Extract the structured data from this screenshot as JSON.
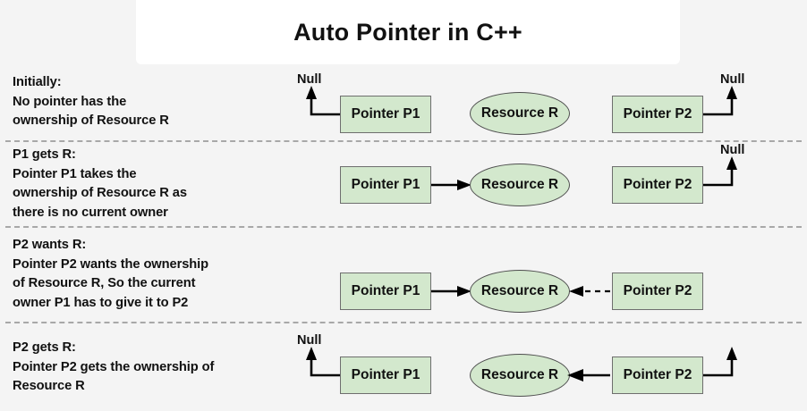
{
  "title": "Auto Pointer in C++",
  "labels": {
    "pointer_p1": "Pointer P1",
    "pointer_p2": "Pointer P2",
    "resource_r": "Resource R",
    "null": "Null"
  },
  "colors": {
    "background": "#f4f4f4",
    "card": "#ffffff",
    "node_fill": "#d3e8cd",
    "node_border": "#6e6e6e",
    "arrow": "#000000",
    "separator": "#a8a8a8",
    "text": "#111111"
  },
  "rows": [
    {
      "id": "initially",
      "heading": "Initially:",
      "description": "Initially:\nNo pointer has the\nownership of Resource R",
      "p1_label": "Pointer P1",
      "p2_label": "Pointer P2",
      "resource_label": "Resource R",
      "p1_null_label": "Null",
      "p2_null_label": "Null",
      "p1_state": "null",
      "p2_state": "null",
      "ownership": "none"
    },
    {
      "id": "p1-gets-r",
      "heading": "P1 gets R:",
      "description": "P1 gets R:\nPointer P1 takes the\nownership of Resource R as\nthere is no current owner",
      "p1_label": "Pointer P1",
      "p2_label": "Pointer P2",
      "resource_label": "Resource R",
      "p2_null_label": "Null",
      "p1_state": "owns-resource",
      "p2_state": "null",
      "ownership": "P1"
    },
    {
      "id": "p2-wants-r",
      "heading": "P2 wants R:",
      "description": "P2 wants R:\nPointer P2 wants the ownership\nof Resource R, So the current\nowner P1 has to give it to P2",
      "p1_label": "Pointer P1",
      "p2_label": "Pointer P2",
      "resource_label": "Resource R",
      "p1_state": "owns-resource",
      "p2_state": "requesting-resource",
      "ownership": "P1"
    },
    {
      "id": "p2-gets-r",
      "heading": "P2 gets R:",
      "description": "P2 gets R:\nPointer P2 gets the ownership of\nResource R",
      "p1_label": "Pointer P1",
      "p2_label": "Pointer P2",
      "resource_label": "Resource R",
      "p1_null_label": "Null",
      "p1_state": "null",
      "p2_state": "owns-resource",
      "ownership": "P2"
    }
  ]
}
